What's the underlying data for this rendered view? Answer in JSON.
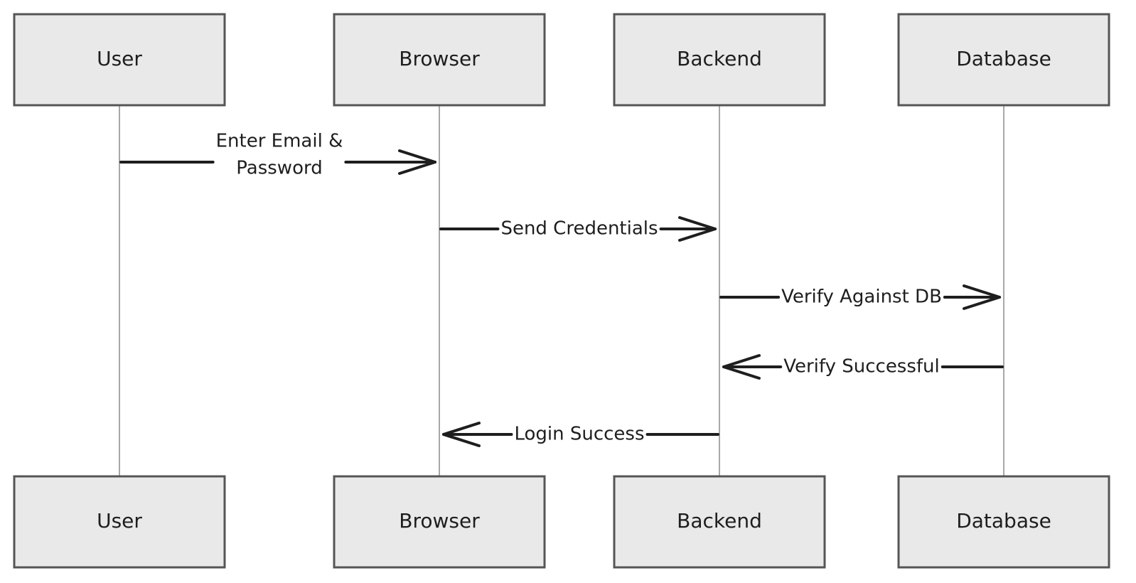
{
  "participants": [
    {
      "id": "user",
      "label": "User"
    },
    {
      "id": "browser",
      "label": "Browser"
    },
    {
      "id": "backend",
      "label": "Backend"
    },
    {
      "id": "database",
      "label": "Database"
    }
  ],
  "messages": [
    {
      "from": "user",
      "to": "browser",
      "lines": [
        "Enter Email &",
        "Password"
      ]
    },
    {
      "from": "browser",
      "to": "backend",
      "lines": [
        "Send Credentials"
      ]
    },
    {
      "from": "backend",
      "to": "database",
      "lines": [
        "Verify Against DB"
      ]
    },
    {
      "from": "database",
      "to": "backend",
      "lines": [
        "Verify Successful"
      ]
    },
    {
      "from": "backend",
      "to": "browser",
      "lines": [
        "Login Success"
      ]
    }
  ],
  "colors": {
    "box_fill": "#e9e9e9",
    "box_stroke": "#555555",
    "lifeline": "#a8a8a8",
    "ink": "#1e1e1e"
  }
}
